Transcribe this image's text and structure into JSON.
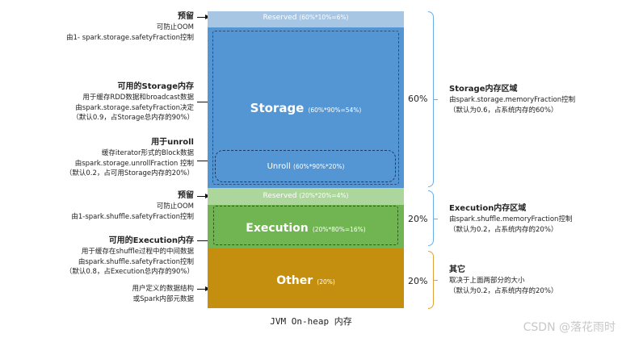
{
  "left_notes": [
    {
      "title": "预留",
      "lines": [
        "可防止OOM",
        "由1- spark.storage.safetyFraction控制"
      ]
    },
    {
      "title": "可用的Storage内存",
      "lines": [
        "用于缓存RDD数据和broadcast数据",
        "由spark.storage.safetyFraction决定",
        "（默认0.9，占Storage总内存的90%）"
      ]
    },
    {
      "title": "用于unroll",
      "lines": [
        "缓存iterator形式的Block数据",
        "由spark.storage.unrollFraction 控制",
        "（默认0.2，占可用Storage内存的20%）"
      ]
    },
    {
      "title": "预留",
      "lines": [
        "可防止OOM",
        "由1-spark.shuffle.safetyFraction控制"
      ]
    },
    {
      "title": "可用的Execution内存",
      "lines": [
        "用于缓存在shuffle过程中的中间数据",
        "由spark.shuffle.safetyFraction控制",
        "（默认0.8，占Execution总内存的90%）"
      ]
    },
    {
      "title": "",
      "lines": [
        "用户定义的数据结构",
        "或Spark内部元数据"
      ]
    }
  ],
  "blocks": {
    "reserved_top": {
      "name": "Reserved",
      "formula": "(60%*10%=6%)"
    },
    "storage": {
      "name": "Storage",
      "formula": "(60%*90%=54%)"
    },
    "unroll": {
      "name": "Unroll",
      "formula": "(60%*90%*20%)"
    },
    "reserved_mid": {
      "name": "Reserved",
      "formula": "(20%*20%=4%)"
    },
    "execution": {
      "name": "Execution",
      "formula": "(20%*80%=16%)"
    },
    "other": {
      "name": "Other",
      "formula": "(20%)"
    }
  },
  "percentages": [
    "60%",
    "20%",
    "20%"
  ],
  "right_notes": [
    {
      "title": "Storage内存区域",
      "lines": [
        "由spark.storage.memoryFraction控制",
        "（默认为0.6，占系统内存的60%）"
      ]
    },
    {
      "title": "Execution内存区域",
      "lines": [
        "由spark.shuffle.memoryFraction控制",
        "（默认为0.2，占系统内存的20%）"
      ]
    },
    {
      "title": "其它",
      "lines": [
        "取决于上面两部分的大小",
        "（默认为0.2，占系统内存的20%）"
      ]
    }
  ],
  "caption": "JVM On-heap 内存",
  "watermark": "CSDN @落花雨时",
  "colors": {
    "reserved_top": "#a7c6e3",
    "storage": "#5496d4",
    "reserved_mid": "#acd69b",
    "execution": "#71b552",
    "other": "#c48f0f",
    "brace_blue": "#6aaee8",
    "brace_orange": "#e0a236"
  }
}
